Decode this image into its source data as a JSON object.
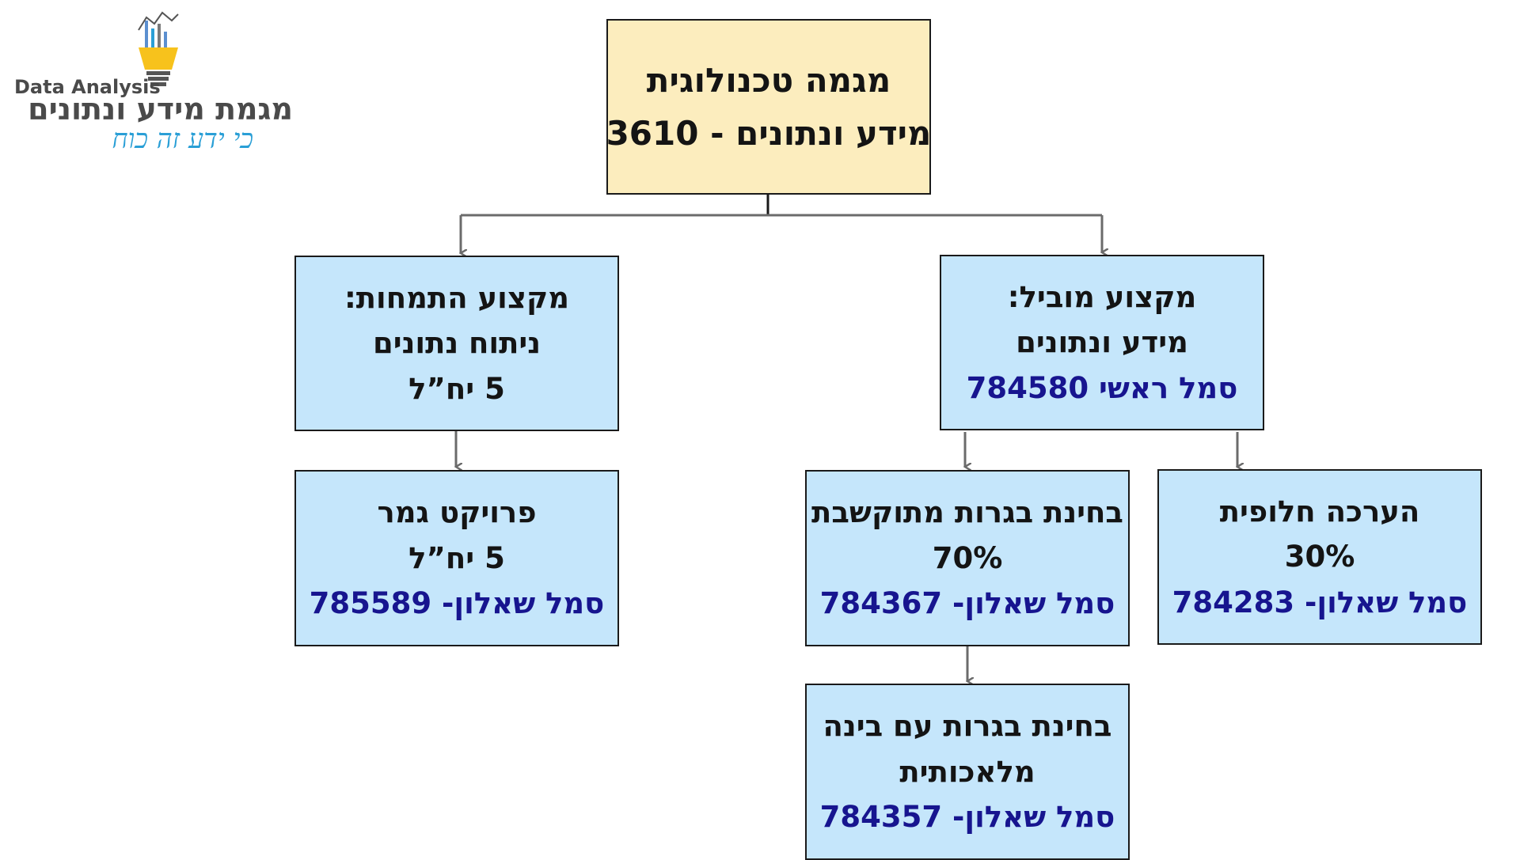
{
  "logo": {
    "english": "Data Analysis",
    "hebrew": "מגמת מידע ונתונים",
    "slogan": "כי ידע זה כוח",
    "icon": "lightbulb-chart-icon",
    "colors": {
      "text": "#4a4a4a",
      "slogan": "#2a9fd6",
      "bulb": "#f7c21c"
    }
  },
  "diagram": {
    "root": {
      "line1": "מגמה טכנולוגית",
      "line2": "מידע ונתונים - 3610"
    },
    "lead": {
      "line1": "מקצוע מוביל:",
      "line2": "מידע ונתונים",
      "line3": "סמל ראשי 784580"
    },
    "specialization": {
      "line1": "מקצוע התמחות:",
      "line2": "ניתוח נתונים",
      "line3": "5 יח”ל"
    },
    "alt_assessment": {
      "line1": "הערכה חלופית",
      "line2": "30%",
      "line3": "סמל שאלון- 784283"
    },
    "computer_exam": {
      "line1": "בחינת בגרות מתוקשבת",
      "line2": "70%",
      "line3": "סמל שאלון- 784367"
    },
    "final_project": {
      "line1": "פרויקט גמר",
      "line2": "5 יח”ל",
      "line3": "סמל שאלון- 785589"
    },
    "ai_exam": {
      "line1": "בחינת בגרות עם בינה",
      "line2": "מלאכותית",
      "line3": "סמל שאלון- 784357"
    }
  },
  "colors": {
    "root_fill": "#fcedbe",
    "box_fill": "#c5e6fb",
    "border": "#1a1a1a",
    "code_text": "#17158f",
    "connector": "#6b6b6b"
  }
}
